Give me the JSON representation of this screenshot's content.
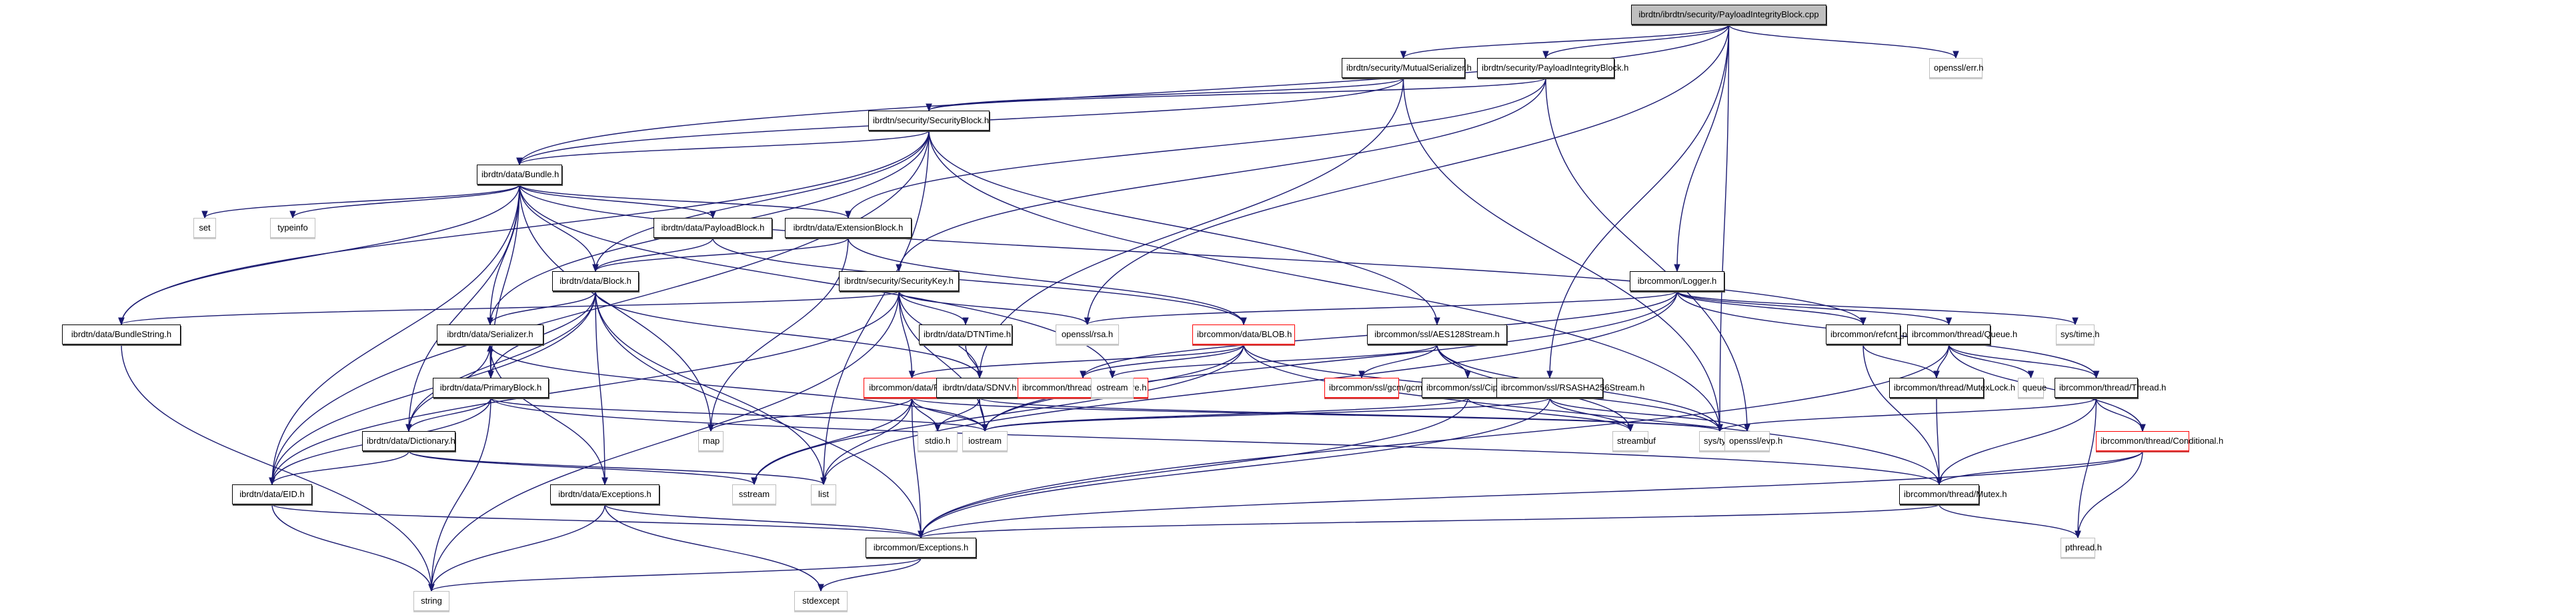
{
  "title": "ibrdtn/ibrdtn/security/PayloadIntegrityBlock.cpp",
  "colors": {
    "edge": "#191970",
    "root_fill": "#bfbfbf",
    "truncated_border": "#ff0000",
    "external_border": "#bfbfbf"
  },
  "nodes": [
    {
      "id": "root",
      "label": "ibrdtn/ibrdtn/security/PayloadIntegrityBlock.cpp",
      "kind": "root"
    },
    {
      "id": "mutser",
      "label": "ibrdtn/security/MutualSerializer.h",
      "kind": "normal"
    },
    {
      "id": "pibh",
      "label": "ibrdtn/security/PayloadIntegrityBlock.h",
      "kind": "normal"
    },
    {
      "id": "errh",
      "label": "openssl/err.h",
      "kind": "external"
    },
    {
      "id": "secblock",
      "label": "ibrdtn/security/SecurityBlock.h",
      "kind": "normal"
    },
    {
      "id": "bundle",
      "label": "ibrdtn/data/Bundle.h",
      "kind": "normal"
    },
    {
      "id": "set",
      "label": "set",
      "kind": "external"
    },
    {
      "id": "typeinfo",
      "label": "typeinfo",
      "kind": "external"
    },
    {
      "id": "payloadblock",
      "label": "ibrdtn/data/PayloadBlock.h",
      "kind": "normal"
    },
    {
      "id": "extblock",
      "label": "ibrdtn/data/ExtensionBlock.h",
      "kind": "normal"
    },
    {
      "id": "block",
      "label": "ibrdtn/data/Block.h",
      "kind": "normal"
    },
    {
      "id": "bundlestring",
      "label": "ibrdtn/data/BundleString.h",
      "kind": "normal"
    },
    {
      "id": "seckey",
      "label": "ibrdtn/security/SecurityKey.h",
      "kind": "normal"
    },
    {
      "id": "serializer",
      "label": "ibrdtn/data/Serializer.h",
      "kind": "normal"
    },
    {
      "id": "dtntime",
      "label": "ibrdtn/data/DTNTime.h",
      "kind": "normal"
    },
    {
      "id": "rsah",
      "label": "openssl/rsa.h",
      "kind": "external"
    },
    {
      "id": "blob",
      "label": "ibrcommon/data/BLOB.h",
      "kind": "truncated"
    },
    {
      "id": "logger",
      "label": "ibrcommon/Logger.h",
      "kind": "normal"
    },
    {
      "id": "aes",
      "label": "ibrcommon/ssl/AES128Stream.h",
      "kind": "normal"
    },
    {
      "id": "refcnt",
      "label": "ibrcommon/refcnt_ptr.h",
      "kind": "normal"
    },
    {
      "id": "queue_h",
      "label": "ibrcommon/thread/Queue.h",
      "kind": "normal"
    },
    {
      "id": "systime",
      "label": "sys/time.h",
      "kind": "external"
    },
    {
      "id": "primary",
      "label": "ibrdtn/data/PrimaryBlock.h",
      "kind": "normal"
    },
    {
      "id": "file",
      "label": "ibrcommon/data/File.h",
      "kind": "truncated"
    },
    {
      "id": "sdnv",
      "label": "ibrdtn/data/SDNV.h",
      "kind": "normal"
    },
    {
      "id": "semaphore",
      "label": "ibrcommon/thread/Semaphore.h",
      "kind": "truncated"
    },
    {
      "id": "ostream",
      "label": "ostream",
      "kind": "external"
    },
    {
      "id": "gcm",
      "label": "ibrcommon/ssl/gcm/gcm.h",
      "kind": "truncated"
    },
    {
      "id": "cipher",
      "label": "ibrcommon/ssl/CipherStream.h",
      "kind": "normal"
    },
    {
      "id": "rsasha",
      "label": "ibrcommon/ssl/RSASHA256Stream.h",
      "kind": "normal"
    },
    {
      "id": "mutexlock",
      "label": "ibrcommon/thread/MutexLock.h",
      "kind": "normal"
    },
    {
      "id": "queue",
      "label": "queue",
      "kind": "external"
    },
    {
      "id": "thread",
      "label": "ibrcommon/thread/Thread.h",
      "kind": "normal"
    },
    {
      "id": "map",
      "label": "map",
      "kind": "external"
    },
    {
      "id": "stdio",
      "label": "stdio.h",
      "kind": "external"
    },
    {
      "id": "iostream",
      "label": "iostream",
      "kind": "external"
    },
    {
      "id": "streambuf",
      "label": "streambuf",
      "kind": "external"
    },
    {
      "id": "systypes",
      "label": "sys/types.h",
      "kind": "external"
    },
    {
      "id": "evph",
      "label": "openssl/evp.h",
      "kind": "external"
    },
    {
      "id": "conditional",
      "label": "ibrcommon/thread/Conditional.h",
      "kind": "truncated"
    },
    {
      "id": "dictionary",
      "label": "ibrdtn/data/Dictionary.h",
      "kind": "normal"
    },
    {
      "id": "sstream",
      "label": "sstream",
      "kind": "external"
    },
    {
      "id": "list",
      "label": "list",
      "kind": "external"
    },
    {
      "id": "eid",
      "label": "ibrdtn/data/EID.h",
      "kind": "normal"
    },
    {
      "id": "dataexc",
      "label": "ibrdtn/data/Exceptions.h",
      "kind": "normal"
    },
    {
      "id": "mutex",
      "label": "ibrcommon/thread/Mutex.h",
      "kind": "normal"
    },
    {
      "id": "exceptions",
      "label": "ibrcommon/Exceptions.h",
      "kind": "normal"
    },
    {
      "id": "pthread",
      "label": "pthread.h",
      "kind": "external"
    },
    {
      "id": "string",
      "label": "string",
      "kind": "external"
    },
    {
      "id": "stdexcept",
      "label": "stdexcept",
      "kind": "external"
    }
  ],
  "edges": [
    [
      "root",
      "mutser"
    ],
    [
      "root",
      "pibh"
    ],
    [
      "root",
      "errh"
    ],
    [
      "root",
      "bundle"
    ],
    [
      "root",
      "logger"
    ],
    [
      "root",
      "rsasha"
    ],
    [
      "root",
      "systypes"
    ],
    [
      "root",
      "rsah"
    ],
    [
      "mutser",
      "secblock"
    ],
    [
      "mutser",
      "bundle"
    ],
    [
      "mutser",
      "sdnv"
    ],
    [
      "mutser",
      "systypes"
    ],
    [
      "pibh",
      "secblock"
    ],
    [
      "pibh",
      "seckey"
    ],
    [
      "pibh",
      "extblock"
    ],
    [
      "pibh",
      "evph"
    ],
    [
      "secblock",
      "bundle"
    ],
    [
      "secblock",
      "block"
    ],
    [
      "secblock",
      "eid"
    ],
    [
      "secblock",
      "serializer"
    ],
    [
      "secblock",
      "aes"
    ],
    [
      "secblock",
      "list"
    ],
    [
      "secblock",
      "systypes"
    ],
    [
      "secblock",
      "bundlestring"
    ],
    [
      "bundle",
      "set"
    ],
    [
      "bundle",
      "typeinfo"
    ],
    [
      "bundle",
      "payloadblock"
    ],
    [
      "bundle",
      "extblock"
    ],
    [
      "bundle",
      "block"
    ],
    [
      "bundle",
      "primary"
    ],
    [
      "bundle",
      "dictionary"
    ],
    [
      "bundle",
      "eid"
    ],
    [
      "bundle",
      "map"
    ],
    [
      "bundle",
      "ostream"
    ],
    [
      "bundle",
      "refcnt"
    ],
    [
      "bundle",
      "bundlestring"
    ],
    [
      "bundle",
      "serializer"
    ],
    [
      "payloadblock",
      "block"
    ],
    [
      "payloadblock",
      "blob"
    ],
    [
      "extblock",
      "block"
    ],
    [
      "extblock",
      "blob"
    ],
    [
      "extblock",
      "map"
    ],
    [
      "block",
      "serializer"
    ],
    [
      "block",
      "eid"
    ],
    [
      "block",
      "dictionary"
    ],
    [
      "block",
      "dataexc"
    ],
    [
      "block",
      "list"
    ],
    [
      "block",
      "exceptions"
    ],
    [
      "block",
      "sdnv"
    ],
    [
      "block",
      "primary"
    ],
    [
      "bundlestring",
      "string"
    ],
    [
      "seckey",
      "dtntime"
    ],
    [
      "seckey",
      "rsah"
    ],
    [
      "seckey",
      "sdnv"
    ],
    [
      "seckey",
      "file"
    ],
    [
      "seckey",
      "eid"
    ],
    [
      "seckey",
      "string"
    ],
    [
      "seckey",
      "bundlestring"
    ],
    [
      "seckey",
      "iostream"
    ],
    [
      "serializer",
      "primary"
    ],
    [
      "serializer",
      "dictionary"
    ],
    [
      "serializer",
      "dataexc"
    ],
    [
      "serializer",
      "iostream"
    ],
    [
      "dtntime",
      "sdnv"
    ],
    [
      "blob",
      "file"
    ],
    [
      "blob",
      "semaphore"
    ],
    [
      "blob",
      "mutex"
    ],
    [
      "blob",
      "iostream"
    ],
    [
      "blob",
      "sstream"
    ],
    [
      "blob",
      "systypes"
    ],
    [
      "logger",
      "refcnt"
    ],
    [
      "logger",
      "queue_h"
    ],
    [
      "logger",
      "systime"
    ],
    [
      "logger",
      "thread"
    ],
    [
      "logger",
      "iostream"
    ],
    [
      "logger",
      "rsah"
    ],
    [
      "logger",
      "list"
    ],
    [
      "logger",
      "semaphore"
    ],
    [
      "aes",
      "gcm"
    ],
    [
      "aes",
      "cipher"
    ],
    [
      "aes",
      "ostream"
    ],
    [
      "aes",
      "streambuf"
    ],
    [
      "aes",
      "systypes"
    ],
    [
      "refcnt",
      "mutexlock"
    ],
    [
      "refcnt",
      "mutex"
    ],
    [
      "queue_h",
      "mutexlock"
    ],
    [
      "queue_h",
      "queue"
    ],
    [
      "queue_h",
      "thread"
    ],
    [
      "queue_h",
      "conditional"
    ],
    [
      "queue_h",
      "exceptions"
    ],
    [
      "primary",
      "serializer"
    ],
    [
      "primary",
      "dictionary"
    ],
    [
      "primary",
      "eid"
    ],
    [
      "primary",
      "string"
    ],
    [
      "primary",
      "iostream"
    ],
    [
      "primary",
      "mutex"
    ],
    [
      "file",
      "iostream"
    ],
    [
      "file",
      "stdio"
    ],
    [
      "file",
      "list"
    ],
    [
      "file",
      "map"
    ],
    [
      "file",
      "exceptions"
    ],
    [
      "file",
      "sstream"
    ],
    [
      "file",
      "systypes"
    ],
    [
      "sdnv",
      "iostream"
    ],
    [
      "sdnv",
      "stdio"
    ],
    [
      "sdnv",
      "systypes"
    ],
    [
      "cipher",
      "iostream"
    ],
    [
      "cipher",
      "streambuf"
    ],
    [
      "cipher",
      "exceptions"
    ],
    [
      "rsasha",
      "iostream"
    ],
    [
      "rsasha",
      "streambuf"
    ],
    [
      "rsasha",
      "evph"
    ],
    [
      "rsasha",
      "exceptions"
    ],
    [
      "mutexlock",
      "mutex"
    ],
    [
      "thread",
      "systypes"
    ],
    [
      "thread",
      "conditional"
    ],
    [
      "thread",
      "mutex"
    ],
    [
      "thread",
      "pthread"
    ],
    [
      "conditional",
      "mutex"
    ],
    [
      "conditional",
      "pthread"
    ],
    [
      "conditional",
      "exceptions"
    ],
    [
      "dictionary",
      "eid"
    ],
    [
      "dictionary",
      "sstream"
    ],
    [
      "dictionary",
      "list"
    ],
    [
      "eid",
      "string"
    ],
    [
      "eid",
      "exceptions"
    ],
    [
      "dataexc",
      "string"
    ],
    [
      "dataexc",
      "stdexcept"
    ],
    [
      "dataexc",
      "exceptions"
    ],
    [
      "mutex",
      "exceptions"
    ],
    [
      "mutex",
      "pthread"
    ],
    [
      "exceptions",
      "string"
    ],
    [
      "exceptions",
      "stdexcept"
    ]
  ]
}
